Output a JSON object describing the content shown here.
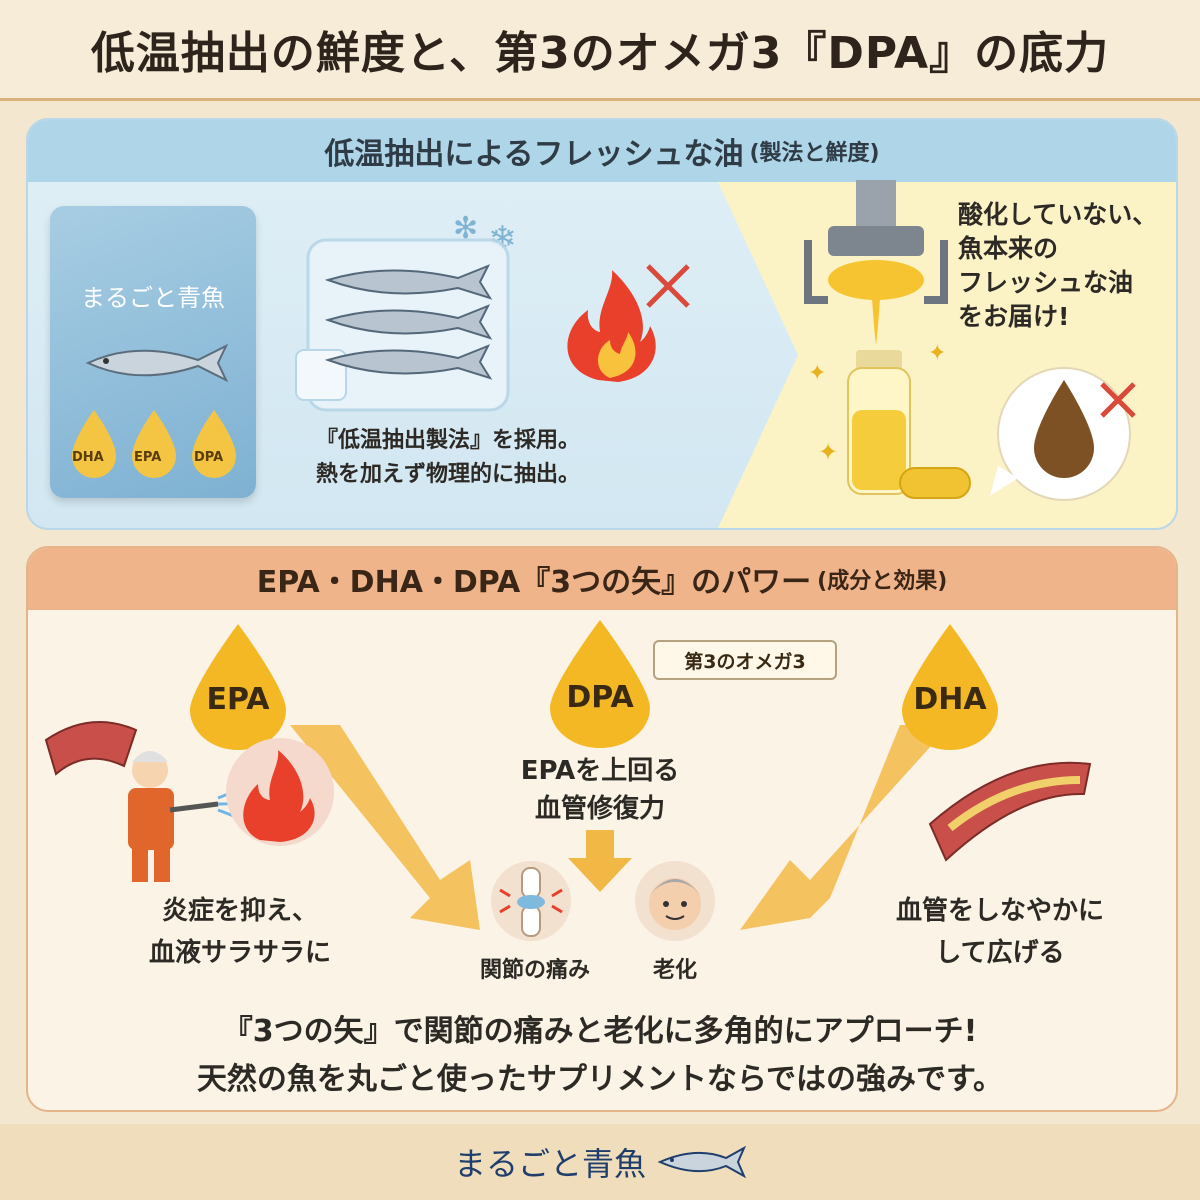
{
  "header": {
    "title": "低温抽出の鮮度と、第3のオメガ3『DPA』の底力"
  },
  "section1": {
    "title": "低温抽出によるフレッシュな油",
    "title_sub": "(製法と鮮度)",
    "pouch_name": "まるごと青魚",
    "pouch_drops": [
      "DHA",
      "EPA",
      "DPA"
    ],
    "text_line1": "『低温抽出製法』を採用。",
    "text_line2": "熱を加えず物理的に抽出。",
    "side_lines": [
      "酸化していない、",
      "魚本来の",
      "フレッシュな油",
      "をお届け!"
    ]
  },
  "section2": {
    "title": "EPA・DHA・DPA『3つの矢』のパワー",
    "title_sub": "(成分と効果)",
    "drops": [
      "EPA",
      "DPA",
      "DHA"
    ],
    "dpa_tag": "第3のオメガ3",
    "dpa_caption_line1": "EPAを上回る",
    "dpa_caption_line2": "血管修復力",
    "epa_caption_line1": "炎症を抑え、",
    "epa_caption_line2": "血液サラサラに",
    "dha_caption_line1": "血管をしなやかに",
    "dha_caption_line2": "して広げる",
    "joint_label": "関節の痛み",
    "aging_label": "老化",
    "summary_line1": "『3つの矢』で関節の痛みと老化に多角的にアプローチ!",
    "summary_line2": "天然の魚を丸ごと使ったサプリメントならではの強みです。"
  },
  "footer": {
    "brand": "まるごと青魚"
  },
  "colors": {
    "gold": "#f3b823",
    "fire": "#e8402a",
    "navy": "#1f3e6c"
  }
}
